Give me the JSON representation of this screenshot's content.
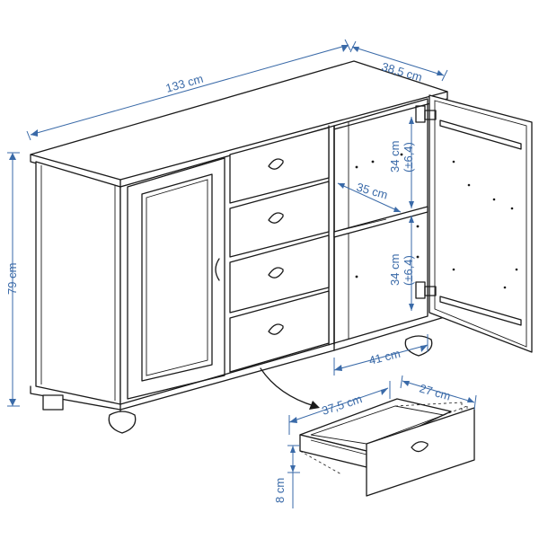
{
  "dimensions": {
    "width": "133 cm",
    "depth": "38,5 cm",
    "height": "79 cm",
    "shelf_upper": "34 cm",
    "shelf_upper_tol": "(±6,4)",
    "shelf_lower": "34 cm",
    "shelf_lower_tol": "(±6,4)",
    "inner_depth": "35 cm",
    "inner_width": "41 cm",
    "drawer_depth": "37,5 cm",
    "drawer_width": "27 cm",
    "drawer_height": "8 cm"
  },
  "colors": {
    "dimension": "#3a6aa8",
    "outline": "#1a1a1a"
  }
}
